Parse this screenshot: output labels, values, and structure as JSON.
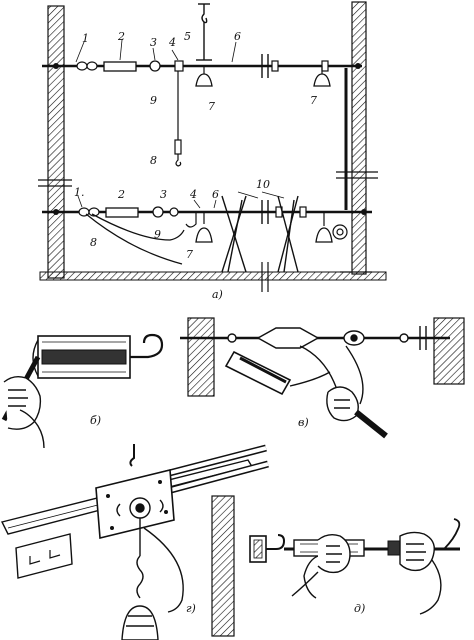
{
  "panel_a": {
    "caption": "а)",
    "callouts": {
      "n1_top": "1",
      "n2_top": "2",
      "n3_top": "3",
      "n4_top": "4",
      "n5": "5",
      "n6_top": "6",
      "n7_left_top": "7",
      "n7_right_top": "7",
      "n8_top": "8",
      "n9_top": "9",
      "n1_bottom": "1.",
      "n2_bottom": "2",
      "n3_bottom": "3",
      "n4_bottom": "4",
      "n6_bottom": "6",
      "n10": "10",
      "n8_bottom": "8",
      "n9_bottom": "9",
      "n7_bottom": "7"
    }
  },
  "panel_b": {
    "caption": "б)"
  },
  "panel_v": {
    "caption": "в)"
  },
  "panel_g": {
    "caption": "г)"
  },
  "panel_d": {
    "caption": "д)"
  }
}
